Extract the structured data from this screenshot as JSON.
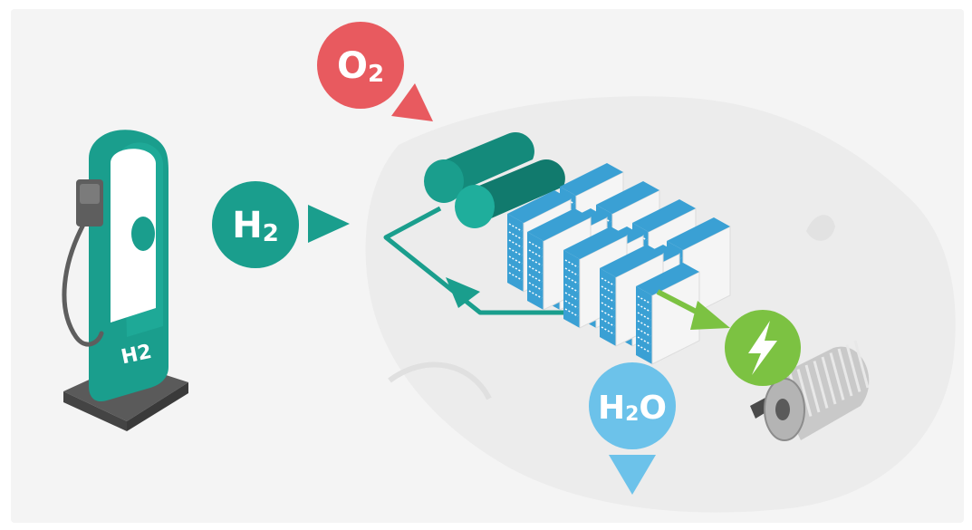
{
  "colors": {
    "frame": "#f4f4f4",
    "car_body": "#ececec",
    "teal": "#1a9e8d",
    "teal_dark": "#117a6d",
    "oxygen_red": "#e85a5f",
    "water_blue": "#6cc2ea",
    "energy_green": "#7cc242",
    "cell_blue": "#3aa0d4",
    "cell_face": "#f5f5f5"
  },
  "icons": {
    "pump": "hydrogen-pump-icon",
    "tanks": "hydrogen-tank-icon",
    "stack": "fuel-cell-stack-icon",
    "energy": "lightning-bolt-icon",
    "motor": "electric-motor-icon"
  },
  "bubbles": {
    "o2": {
      "main": "O",
      "sub": "2"
    },
    "h2": {
      "main": "H",
      "sub": "2"
    },
    "h2o": {
      "main": "H",
      "sub": "2",
      "tail": "O"
    }
  },
  "pump": {
    "label": "H2"
  }
}
